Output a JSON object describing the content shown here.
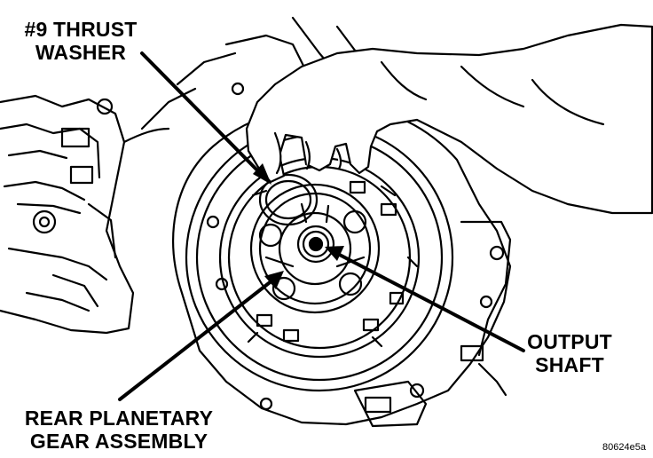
{
  "labels": {
    "thrust_washer": [
      "#9 THRUST",
      "WASHER"
    ],
    "output_shaft": [
      "OUTPUT",
      "SHAFT"
    ],
    "rear_planetary": [
      "REAR PLANETARY",
      "GEAR ASSEMBLY"
    ]
  },
  "figure_id": "80624e5a",
  "colors": {
    "ink": "#000000",
    "paper": "#ffffff"
  }
}
